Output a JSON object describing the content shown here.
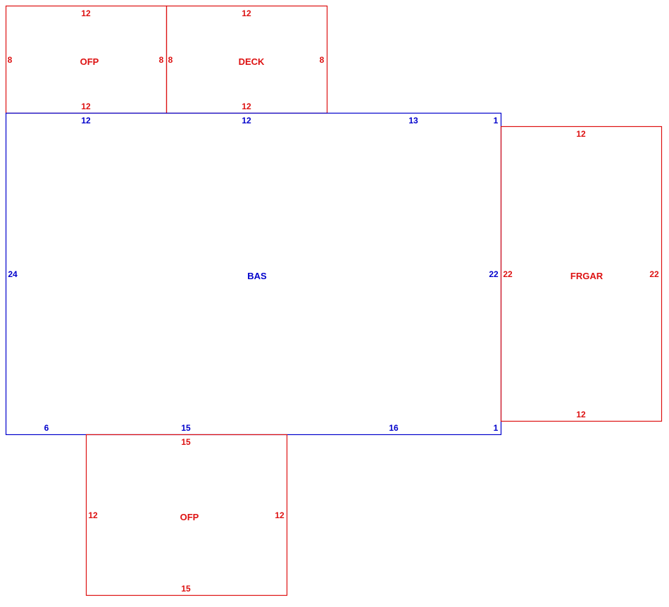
{
  "colors": {
    "living": "#0000cc",
    "addition": "#dd1111"
  },
  "areas": {
    "ofp_top": {
      "name": "OFP",
      "top": "12",
      "bottom": "12",
      "left": "8",
      "right": "8"
    },
    "deck": {
      "name": "DECK",
      "top": "12",
      "bottom": "12",
      "left": "8",
      "right": "8"
    },
    "bas": {
      "name": "BAS",
      "top_1": "12",
      "top_2": "12",
      "top_3": "13",
      "top_step": "1",
      "left": "24",
      "right": "22",
      "bottom_1": "6",
      "bottom_2": "15",
      "bottom_3": "16",
      "bottom_step": "1"
    },
    "frgar": {
      "name": "FRGAR",
      "top": "12",
      "bottom": "12",
      "left": "22",
      "right": "22"
    },
    "ofp_bottom": {
      "name": "OFP",
      "top": "15",
      "bottom": "15",
      "left": "12",
      "right": "12"
    }
  }
}
